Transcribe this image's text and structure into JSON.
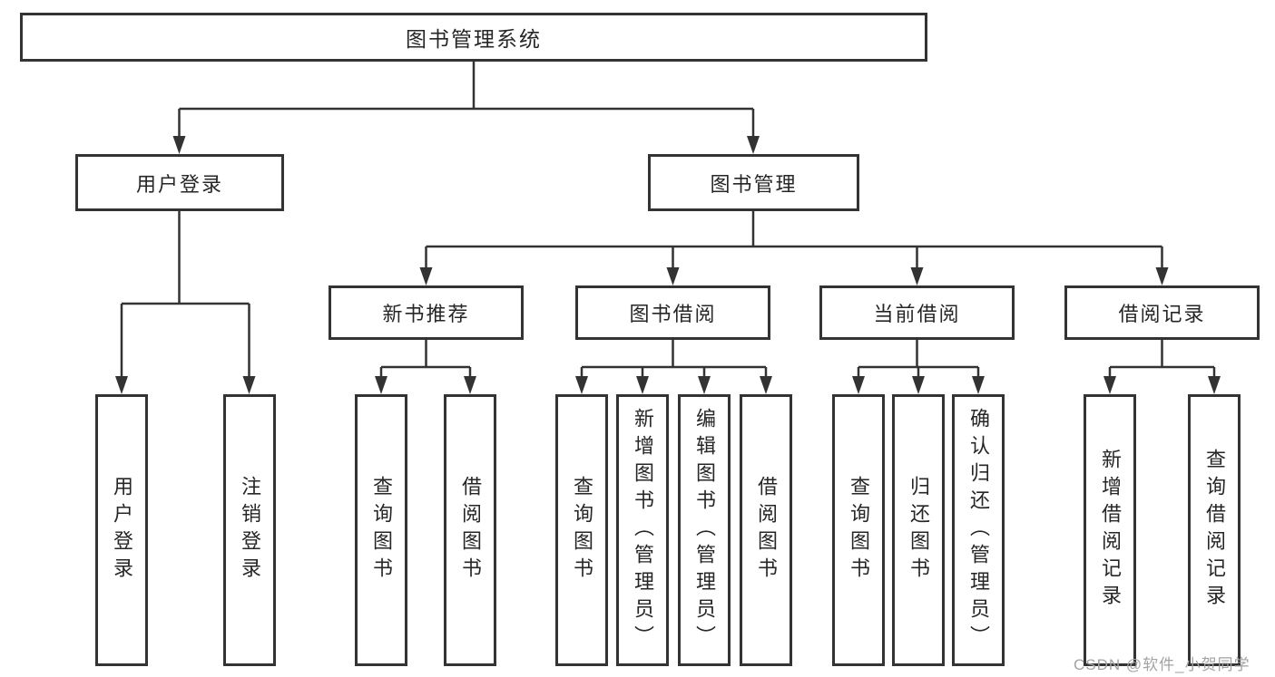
{
  "diagram": {
    "title": "图书管理系统",
    "nodes": {
      "root": "图书管理系统",
      "level2": [
        "用户登录",
        "图书管理"
      ],
      "level3": [
        "新书推荐",
        "图书借阅",
        "当前借阅",
        "借阅记录"
      ],
      "leaves_user_login": [
        "用户登录",
        "注销登录"
      ],
      "leaves_new_books": [
        "查询图书",
        "借阅图书"
      ],
      "leaves_book_borrow": [
        "查询图书",
        "新增图书（管理员）",
        "编辑图书（管理员）",
        "借阅图书"
      ],
      "leaves_current_borrow": [
        "查询图书",
        "归还图书",
        "确认归还（管理员）"
      ],
      "leaves_borrow_records": [
        "新增借阅记录",
        "查询借阅记录"
      ]
    },
    "colors": {
      "line": "#333333",
      "text": "#262626",
      "background": "#ffffff",
      "watermark": "#a3a3a3"
    }
  },
  "watermark": {
    "text": "CSDN @软件_小贺同学"
  }
}
